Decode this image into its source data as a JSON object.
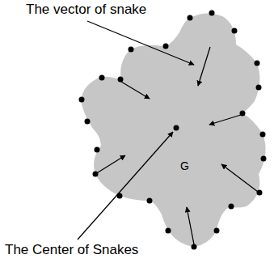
{
  "diagram": {
    "labels": [
      "The vector of snake",
      "The Center of Snakes",
      "G"
    ]
  }
}
